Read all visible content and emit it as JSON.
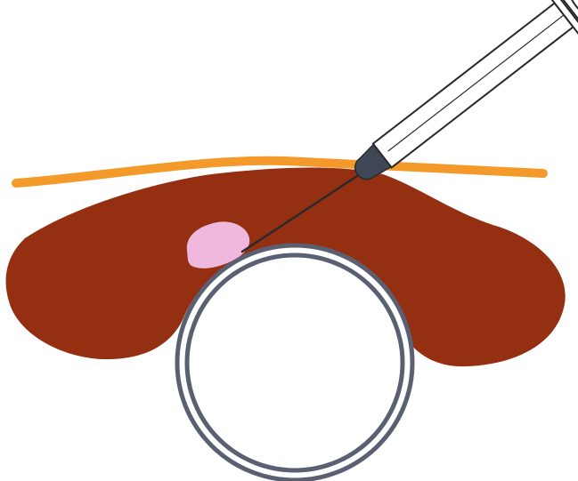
{
  "diagram": {
    "kind": "medical-illustration",
    "colors": {
      "background": "#ffffff",
      "skin_line": "#f39a2a",
      "gland_tissue": "#952f12",
      "nodule": "#f0b8dc",
      "ring_outline": "#5a6072",
      "ring_fill": "#ffffff",
      "syringe_outline": "#2a2a2a",
      "syringe_hub": "#3f4656",
      "needle": "#2a2a2a"
    },
    "parts": [
      {
        "name": "skin-line"
      },
      {
        "name": "gland-tissue"
      },
      {
        "name": "nodule"
      },
      {
        "name": "ring-structure"
      },
      {
        "name": "needle"
      },
      {
        "name": "syringe"
      }
    ]
  }
}
